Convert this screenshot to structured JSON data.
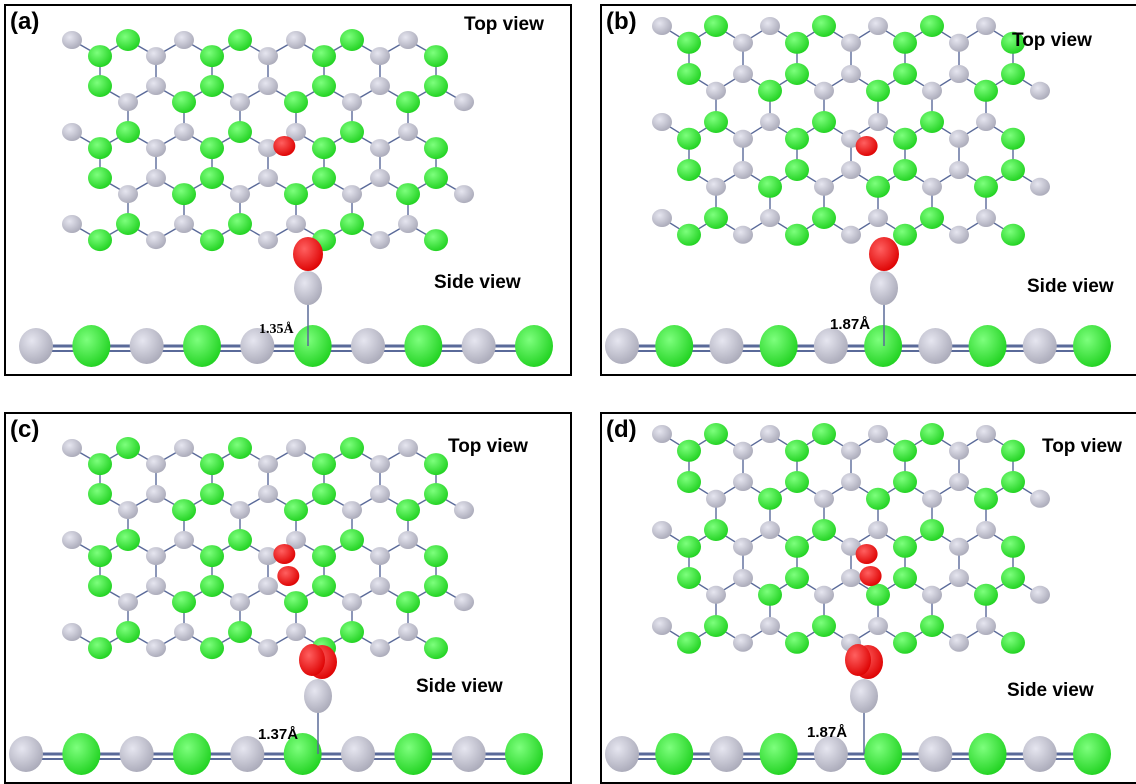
{
  "panels": [
    {
      "id": "a",
      "label": "(a)",
      "top_view": "Top view",
      "side_view": "Side view",
      "bond_length": "1.35Å",
      "adsorbate_atoms": 1
    },
    {
      "id": "b",
      "label": "(b)",
      "top_view": "Top view",
      "side_view": "Side view",
      "bond_length": "1.87Å",
      "adsorbate_atoms": 1
    },
    {
      "id": "c",
      "label": "(c)",
      "top_view": "Top view",
      "side_view": "Side view",
      "bond_length": "1.37Å",
      "adsorbate_atoms": 2
    },
    {
      "id": "d",
      "label": "(d)",
      "top_view": "Top view",
      "side_view": "Side view",
      "bond_length": "1.87Å",
      "adsorbate_atoms": 2
    }
  ],
  "colors": {
    "green_atom": "#1fd11f",
    "gray_atom": "#a9a9b8",
    "red_atom": "#dd0000",
    "bond": "#5a6a99",
    "border": "#000000"
  }
}
